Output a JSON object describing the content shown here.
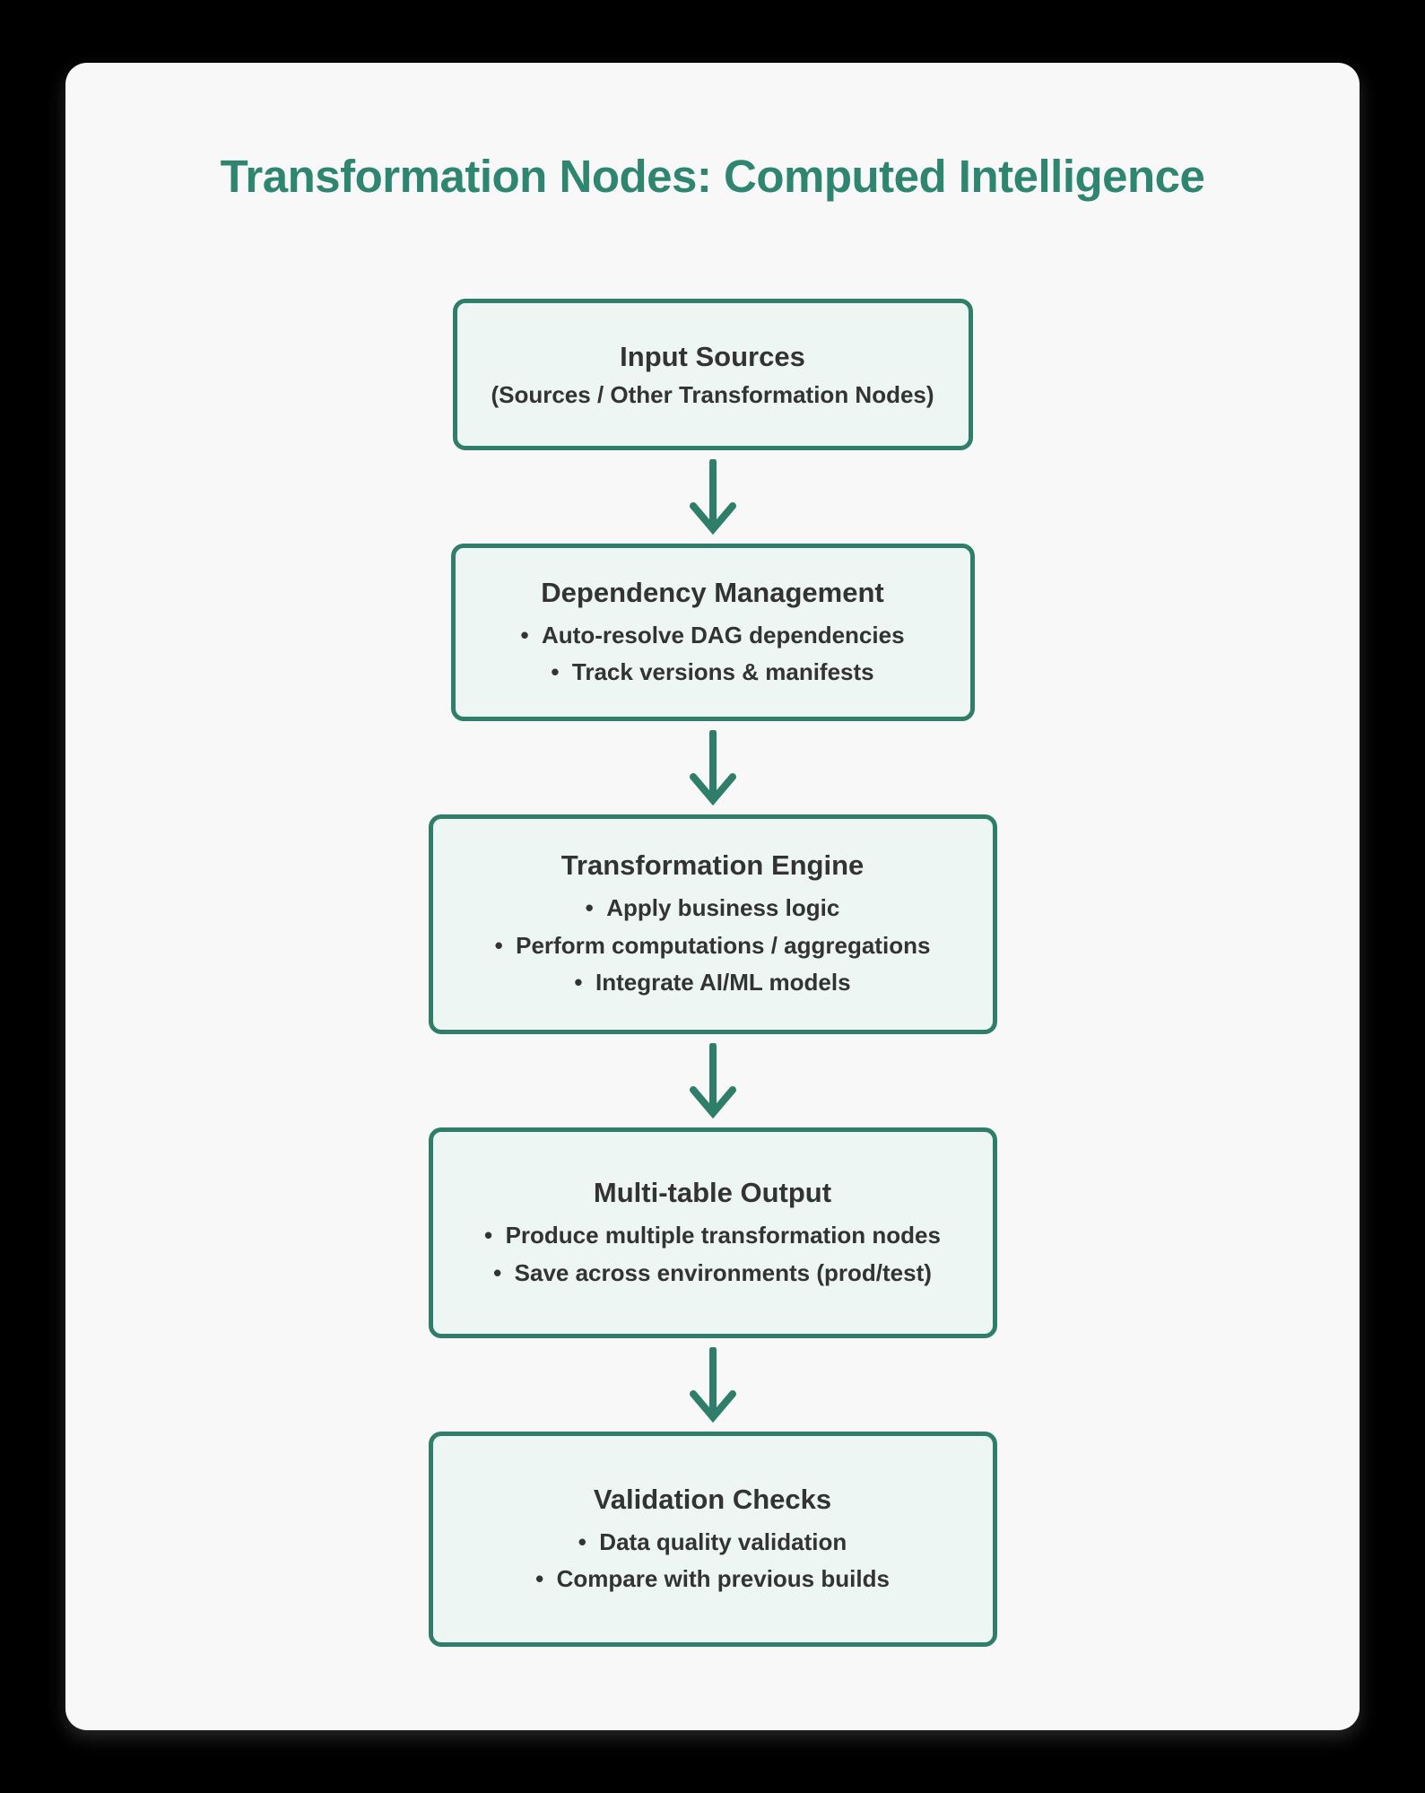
{
  "title": "Transformation Nodes: Computed Intelligence",
  "colors": {
    "page_bg": "#000000",
    "card_bg": "#f8f8f8",
    "accent": "#2f7e69",
    "title_color": "#2e8570",
    "node_bg": "#edf6f3",
    "text_dark": "#333333"
  },
  "flow": {
    "connector": "arrow-down",
    "nodes": [
      {
        "title": "Input Sources",
        "subtitle": "(Sources / Other Transformation Nodes)"
      },
      {
        "title": "Dependency Management",
        "bullets": [
          "Auto-resolve DAG dependencies",
          "Track versions & manifests"
        ]
      },
      {
        "title": "Transformation Engine",
        "bullets": [
          "Apply business logic",
          "Perform computations / aggregations",
          "Integrate AI/ML models"
        ]
      },
      {
        "title": "Multi-table Output",
        "bullets": [
          "Produce multiple transformation nodes",
          "Save across environments (prod/test)"
        ]
      },
      {
        "title": "Validation Checks",
        "bullets": [
          "Data quality validation",
          "Compare with previous builds"
        ]
      }
    ]
  }
}
